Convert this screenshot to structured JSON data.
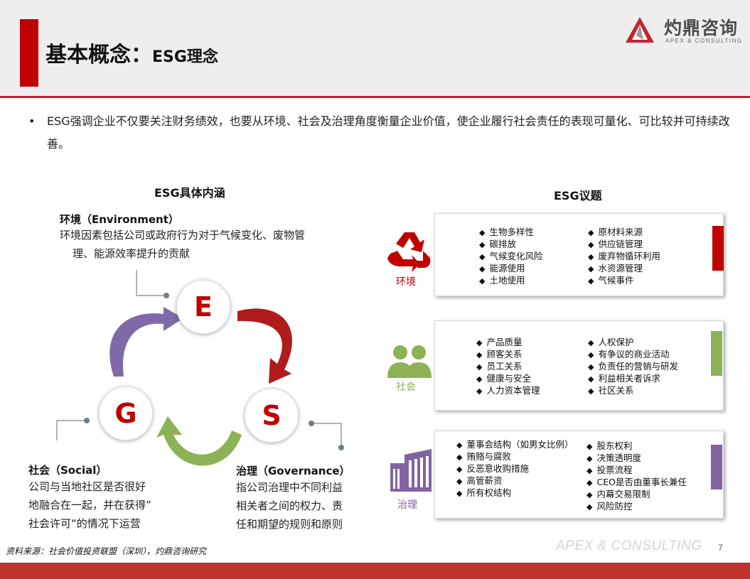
{
  "header": {
    "title_cn": "基本概念：",
    "title_en": "ESG理念",
    "logo_cn": "灼鼎咨询",
    "logo_en": "APEX & CONSULTING"
  },
  "bullet": {
    "text": "ESG强调企业不仅要关注财务绩效，也要从环境、社会及治理角度衡量企业价值，使企业履行社会责任的表现可量化、可比较并可持续改善。"
  },
  "left_section": {
    "title": "ESG具体内涵",
    "environment": {
      "letter": "E",
      "heading": "环境（Environment）",
      "line1": "环境因素包括公司或政府行为对于气候变化、废物管",
      "line2": "理、能源效率提升的贡献"
    },
    "social": {
      "letter": "G",
      "heading": "社会（Social）",
      "line1": "公司与当地社区是否很好",
      "line2": "地融合在一起，并在获得”",
      "line3": "社会许可“的情况下运营"
    },
    "governance": {
      "letter": "S",
      "heading": "治理（Governance）",
      "line1": "指公司治理中不同利益",
      "line2": "相关者之间的权力、责",
      "line3": "任和期望的规则和原则"
    }
  },
  "right_section": {
    "title": "ESG议题",
    "categories": [
      {
        "label": "环境",
        "color": "#c00000",
        "icon": "recycle-icon",
        "col1": [
          "生物多样性",
          "碳排放",
          "气候变化风险",
          "能源使用",
          "土地使用"
        ],
        "col2": [
          "原材料来源",
          "供应链管理",
          "废弃物循环利用",
          "水资源管理",
          "气候事件"
        ]
      },
      {
        "label": "社会",
        "color": "#8db255",
        "icon": "people-icon",
        "col1": [
          "产品质量",
          "顾客关系",
          "员工关系",
          "健康与安全",
          "人力资本管理"
        ],
        "col2": [
          "人权保护",
          "有争议的商业活动",
          "负责任的营销与研发",
          "利益相关者诉求",
          "社区关系"
        ]
      },
      {
        "label": "治理",
        "color": "#8064a2",
        "icon": "building-icon",
        "col1": [
          "董事会结构（如男女比例）",
          "贿赂与腐败",
          "反恶意收购措施",
          "高管薪资",
          "所有权结构"
        ],
        "col2": [
          "股东权利",
          "决策透明度",
          "投票流程",
          "CEO是否由董事长兼任",
          "内幕交易限制",
          "风险防控"
        ]
      }
    ]
  },
  "footer": {
    "source": "资料来源：社会价值投资联盟（深圳），灼鼎咨询研究",
    "brand": "APEX & CONSULTING",
    "page": "7"
  }
}
